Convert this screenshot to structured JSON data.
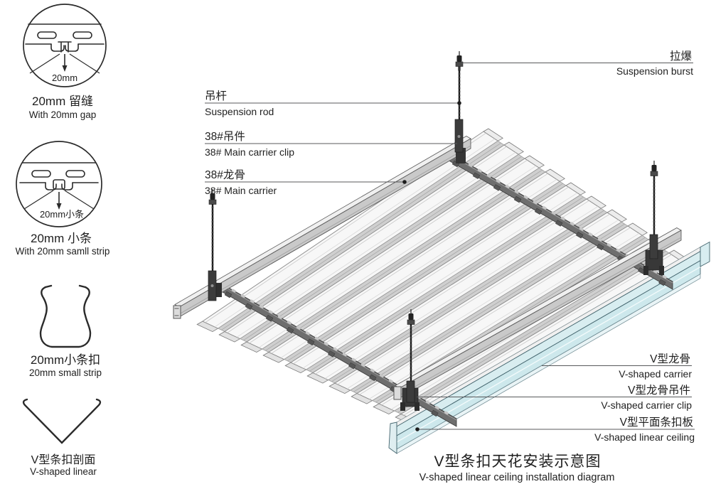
{
  "details": [
    {
      "cn": "20mm 留缝",
      "en": "With 20mm gap",
      "note": "20mm"
    },
    {
      "cn": "20mm 小条",
      "en": "With 20mm samll strip",
      "note": "20mm小条"
    },
    {
      "cn": "20mm小条扣",
      "en": "20mm small strip"
    },
    {
      "cn": "V型条扣剖面",
      "en": "V-shaped linear"
    }
  ],
  "callouts": {
    "burst": {
      "cn": "拉爆",
      "en": "Suspension burst"
    },
    "rod": {
      "cn": "吊杆",
      "en": "Suspension rod"
    },
    "main_clip": {
      "cn": "38#吊件",
      "en": "38# Main carrier clip"
    },
    "main_carrier": {
      "cn": "38#龙骨",
      "en": "38# Main carrier"
    },
    "v_carrier": {
      "cn": "V型龙骨",
      "en": "V-shaped carrier"
    },
    "v_clip": {
      "cn": "V型龙骨吊件",
      "en": "V-shaped carrier clip"
    },
    "panel": {
      "cn": "V型平面条扣板",
      "en": "V-shaped linear ceiling"
    }
  },
  "title": {
    "cn": "V型条扣天花安装示意图",
    "en": "V-shaped linear ceiling installation diagram"
  },
  "colors": {
    "ink": "#1f1f1f",
    "leader_line": "#58595b",
    "panel_blue": "#cfe9ee",
    "metal_light": "#efefef",
    "metal_mid": "#c9c9c9",
    "metal_dark": "#6e6e6e",
    "hardware": "#3a3a3a"
  }
}
